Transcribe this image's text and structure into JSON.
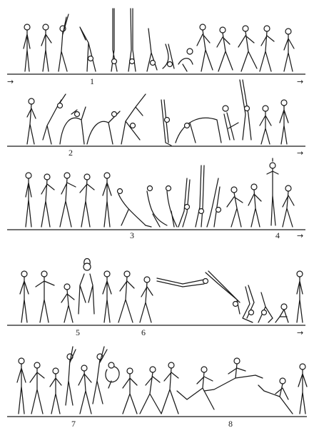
{
  "rows": [
    {
      "id": "row-1",
      "labels": [
        "1"
      ],
      "arrow_left": "→",
      "arrow_right": "→"
    },
    {
      "id": "row-2",
      "labels": [
        "2"
      ],
      "arrow_left": "",
      "arrow_right": "→"
    },
    {
      "id": "row-3",
      "labels": [
        "3",
        "4"
      ],
      "arrow_left": "",
      "arrow_right": "→"
    },
    {
      "id": "row-4",
      "labels": [
        "5",
        "6"
      ],
      "arrow_left": "",
      "arrow_right": "→"
    },
    {
      "id": "row-5",
      "labels": [
        "7",
        "8"
      ],
      "arrow_left": "",
      "arrow_right": ""
    }
  ]
}
